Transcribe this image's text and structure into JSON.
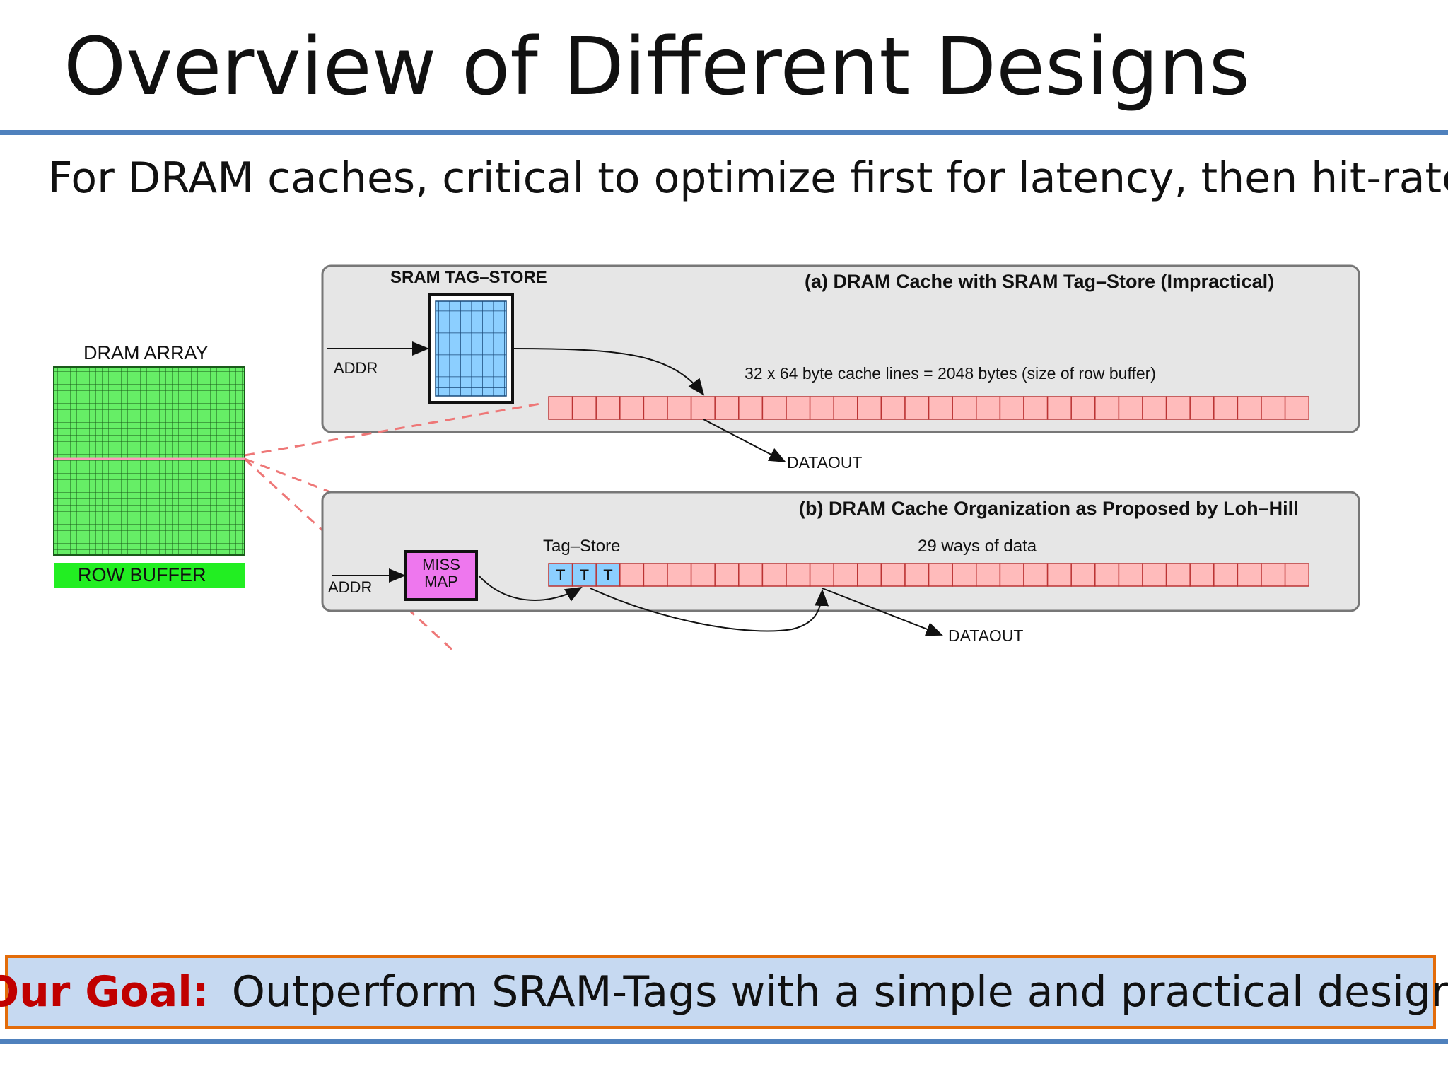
{
  "slide": {
    "title": "Overview of Different Designs",
    "subtitle": "For DRAM caches, critical to optimize first for latency, then hit-rate",
    "goal_label": "Our Goal:",
    "goal_text": "Outperform SRAM-Tags with a simple and practical design"
  },
  "diagram": {
    "dram_array_label": "DRAM ARRAY",
    "row_buffer_label": "ROW BUFFER",
    "panel_a": {
      "title": "(a) DRAM Cache with SRAM Tag–Store (Impractical)",
      "tag_store_label": "SRAM TAG–STORE",
      "addr_label": "ADDR",
      "lines_label": "32 x 64 byte cache lines = 2048 bytes (size of row buffer)",
      "dataout_label": "DATAOUT"
    },
    "panel_b": {
      "title": "(b) DRAM Cache Organization as Proposed by Loh–Hill",
      "tag_store_label": "Tag–Store",
      "ways_label": "29 ways of data",
      "addr_label": "ADDR",
      "miss_map_line1": "MISS",
      "miss_map_line2": "MAP",
      "tag_cells": [
        "T",
        "T",
        "T"
      ],
      "dataout_label": "DATAOUT"
    },
    "colors": {
      "dram_green": "#66ee66",
      "row_buffer_green": "#22ee22",
      "sram_blue": "#8ccfff",
      "cache_line_pink": "#ffbbbb",
      "miss_map_magenta": "#ee77ee",
      "panel_gray": "#e6e6e6",
      "dash_red": "#ee7777"
    }
  }
}
